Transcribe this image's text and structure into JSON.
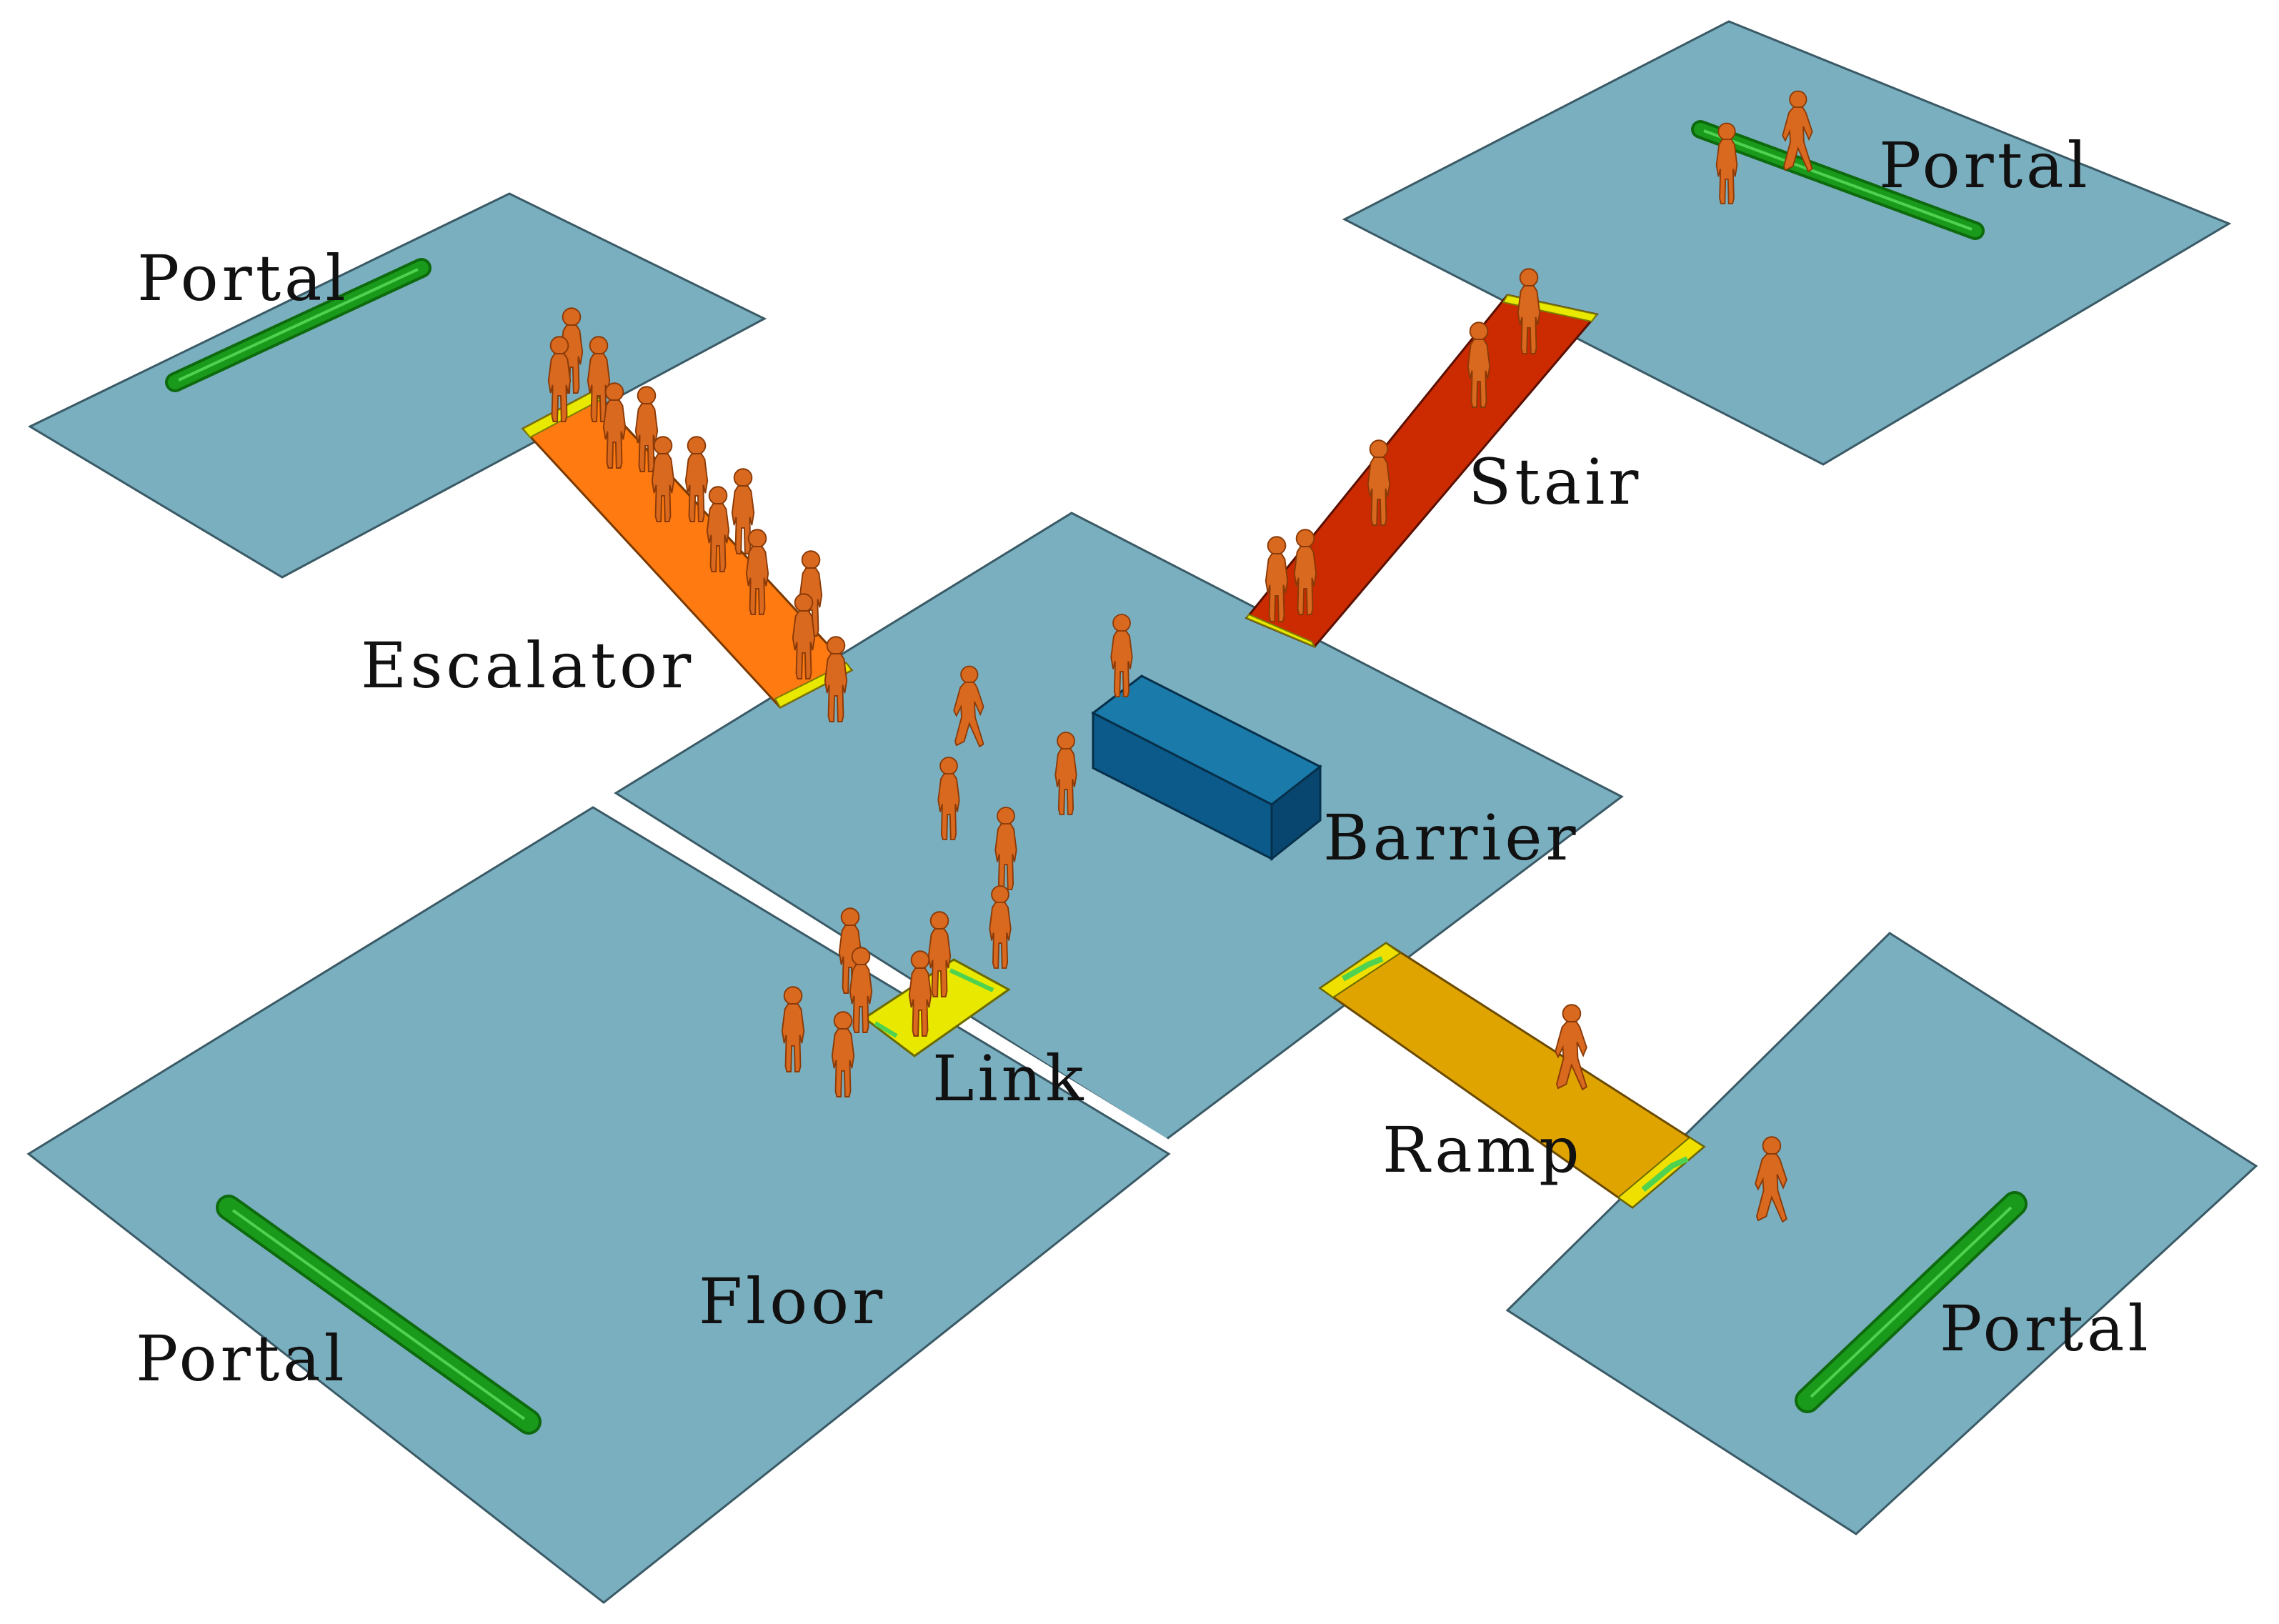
{
  "labels": {
    "portal_top_left": "Portal",
    "portal_top_right": "Portal",
    "portal_bottom_left": "Portal",
    "portal_bottom_right": "Portal",
    "escalator": "Escalator",
    "stair": "Stair",
    "barrier": "Barrier",
    "link": "Link",
    "ramp": "Ramp",
    "floor": "Floor"
  },
  "colors": {
    "floor": "#7aafc0",
    "floor_edge": "#3a5a66",
    "portal": "#1a9a1a",
    "portal_light": "#4fd24f",
    "escalator": "#ff7a10",
    "stair": "#cc2a00",
    "ramp": "#e0a400",
    "link": "#e8e800",
    "barrier": "#0b5a8a",
    "person": "#d9691e"
  },
  "icons": {
    "person": "pedestrian-figure",
    "portal": "portal-bar"
  }
}
